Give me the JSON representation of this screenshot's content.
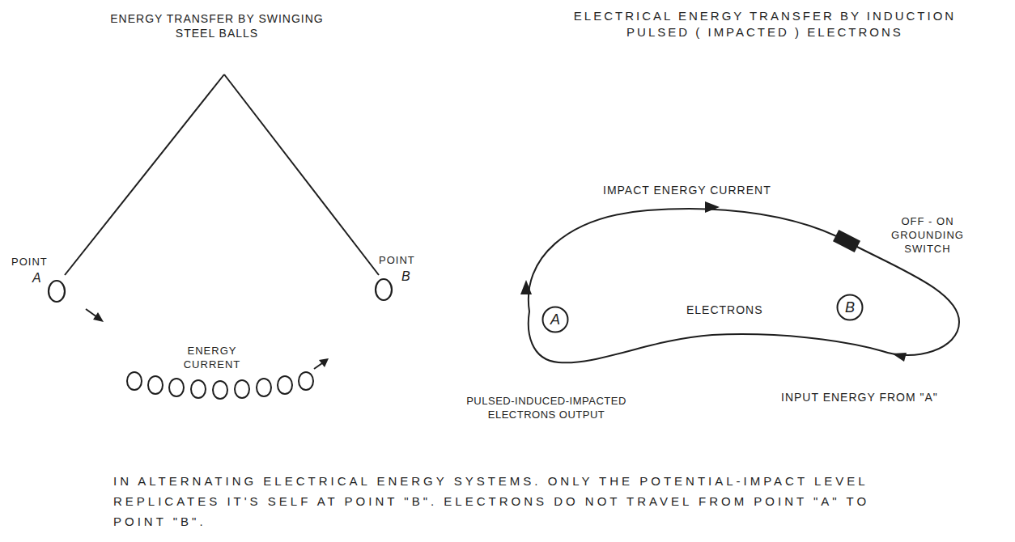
{
  "diagram": {
    "nodes": [
      {
        "text": [
          "A"
        ]
      },
      {
        "text": [
          "B"
        ]
      }
    ],
    "labels": [
      "ENERGY TRANSFER BY SWINGING STEEL BALLS",
      "POINT",
      "A",
      "POINT",
      "B",
      "ENERGY CURRENT",
      "ELECTRICAL ENERGY TRANSFER BY INDUCTION PULSED ( IMPACTED ) ELECTRONS",
      "IMPACT ENERGY CURRENT",
      "OFF - ON GROUNDING SWITCH",
      "ELECTRONS",
      "PULSED-INDUCED-IMPACTED ELECTRONS OUTPUT",
      "INPUT ENERGY FROM \"A\"",
      "IN ALTERNATING ELECTRICAL ENERGY SYSTEMS. ONLY THE POTENTIAL-IMPACT LEVEL REPLICATES IT'S SELF AT POINT \"B\". ELECTRONS DO NOT TRAVEL FROM POINT \"A\" TO POINT \"B\"."
    ]
  }
}
